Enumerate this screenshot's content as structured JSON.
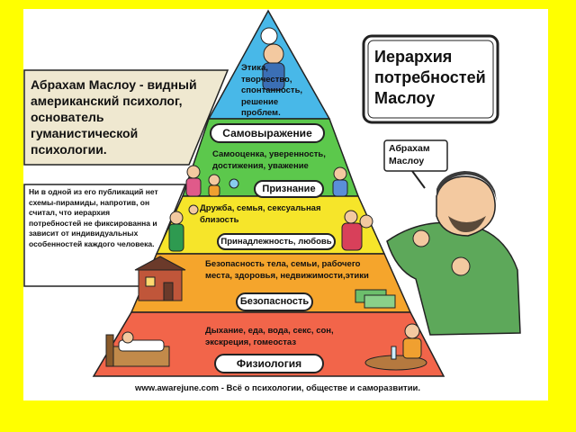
{
  "title_box": {
    "text": "Иерархия потребностей Маслоу"
  },
  "speech_bubble": {
    "text": "Абрахам Маслоу"
  },
  "left_panel": {
    "bio": "Абрахам Маслоу - видный американский психолог, основатель гуманистической психологии.",
    "note": "Ни в одной из его публикаций нет схемы-пирамиды, напротив, он считал, что иерархия потребностей не фиксированна и зависит от индивидуальных особенностей каждого человека."
  },
  "levels": [
    {
      "description": "Этика, творчество, спонтанность, решение проблем.",
      "label": "Самовыражение",
      "color": "#48b8e8"
    },
    {
      "description": "Самооценка, уверенность, достижения, уважение",
      "label": "Признание",
      "color": "#5cc84c"
    },
    {
      "description": "Дружба, семья, сексуальная близость",
      "label": "Принадлежность, любовь",
      "color": "#f6e52a"
    },
    {
      "description": "Безопасность тела, семьи, рабочего места, здоровья, недвижимости,этики",
      "label": "Безопасность",
      "color": "#f5a52c"
    },
    {
      "description": "Дыхание, еда, вода, секс, сон, экскреция, гомеостаз",
      "label": "Физиология",
      "color": "#f2654a"
    }
  ],
  "footer": {
    "text": "www.awarejune.com - Всё о психологии, обществе и саморазвитии."
  },
  "colors": {
    "background": "#ffff00",
    "frame": "#ffffff",
    "outline": "#222222"
  }
}
